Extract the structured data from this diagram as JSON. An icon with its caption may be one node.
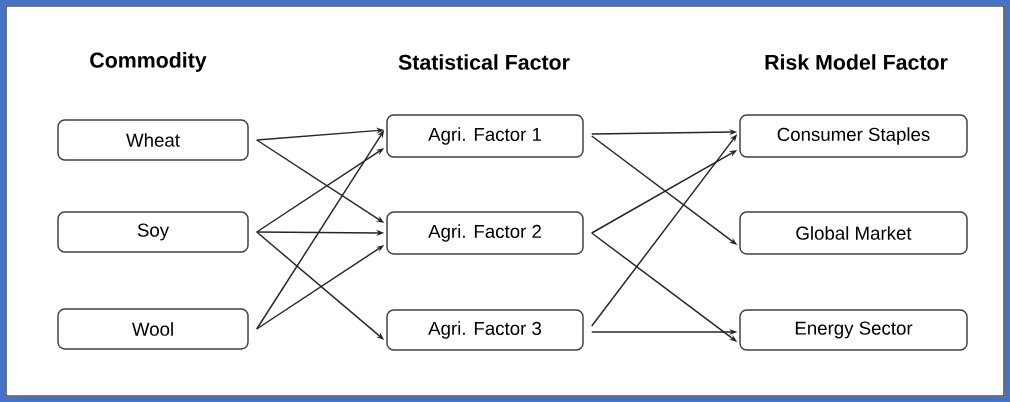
{
  "diagram": {
    "nodes": [
      {
        "text": [
          "Wheat"
        ]
      },
      {
        "text": [
          "Soy"
        ]
      },
      {
        "text": [
          "Wool"
        ]
      },
      {
        "text": [
          "Agri. Factor 1"
        ]
      },
      {
        "text": [
          "Agri. Factor 2"
        ]
      },
      {
        "text": [
          "Agri. Factor 3"
        ]
      },
      {
        "text": [
          "Consumer Staples"
        ]
      },
      {
        "text": [
          "Global Market"
        ]
      },
      {
        "text": [
          "Energy Sector"
        ]
      }
    ],
    "edges": [
      {
        "from": 0,
        "to": 3,
        "arrow": "to"
      },
      {
        "from": 0,
        "to": 4,
        "arrow": "to"
      },
      {
        "from": 1,
        "to": 3,
        "arrow": "to"
      },
      {
        "from": 1,
        "to": 4,
        "arrow": "to"
      },
      {
        "from": 1,
        "to": 5,
        "arrow": "to"
      },
      {
        "from": 2,
        "to": 3,
        "arrow": "to"
      },
      {
        "from": 2,
        "to": 4,
        "arrow": "to"
      },
      {
        "from": 3,
        "to": 6,
        "arrow": "to"
      },
      {
        "from": 3,
        "to": 7,
        "arrow": "to"
      },
      {
        "from": 4,
        "to": 6,
        "arrow": "to"
      },
      {
        "from": 4,
        "to": 8,
        "arrow": "to"
      },
      {
        "from": 5,
        "to": 6,
        "arrow": "to"
      },
      {
        "from": 5,
        "to": 8,
        "arrow": "to"
      }
    ],
    "labels": [
      "Commodity",
      "Statistical Factor",
      "Risk Model Factor"
    ]
  }
}
